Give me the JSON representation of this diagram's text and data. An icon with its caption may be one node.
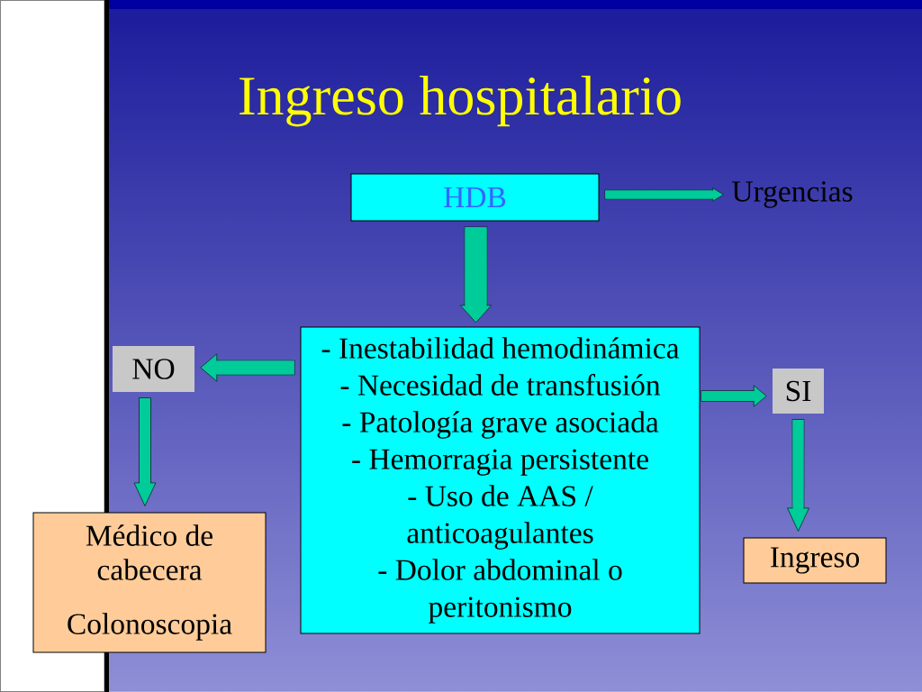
{
  "diagram": {
    "title": "Ingreso hospitalario",
    "nodes": [
      {
        "text": [
          "HDB"
        ]
      },
      {
        "text": [
          "Urgencias"
        ]
      },
      {
        "text": [
          "- Inestabilidad hemodinámica",
          "- Necesidad de transfusión",
          "- Patología grave asociada",
          "- Hemorragia persistente",
          "- Uso de AAS / anticoagulantes",
          "- Dolor abdominal o peritonismo"
        ]
      },
      {
        "text": [
          "NO"
        ]
      },
      {
        "text": [
          "SI"
        ]
      },
      {
        "text": [
          "Médico de cabecera",
          "Colonoscopia"
        ]
      },
      {
        "text": [
          "Ingreso"
        ]
      }
    ],
    "edges": [
      {
        "from": 0,
        "to": 1,
        "arrow": "to"
      },
      {
        "from": 0,
        "to": 2,
        "arrow": "to",
        "style": "thick"
      },
      {
        "from": 2,
        "to": 3,
        "arrow": "to"
      },
      {
        "from": 2,
        "to": 4,
        "arrow": "to"
      },
      {
        "from": 3,
        "to": 5,
        "arrow": "to"
      },
      {
        "from": 4,
        "to": 6,
        "arrow": "to"
      }
    ]
  }
}
